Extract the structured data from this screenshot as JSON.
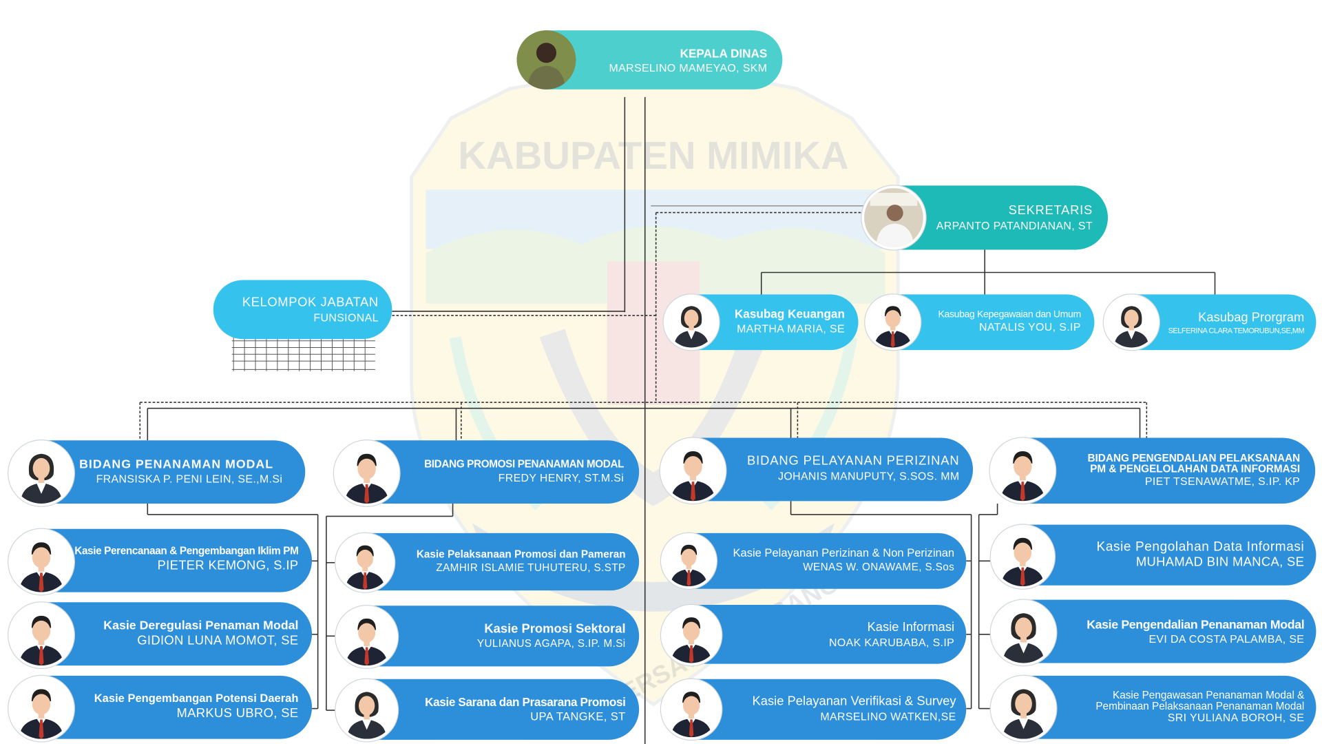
{
  "watermark": {
    "text": "KABUPATEN MIMIKA",
    "motto": "BERSATU MEMBANGUN"
  },
  "colors": {
    "blue": "#2d8fd9",
    "sky": "#35c3ee",
    "teal": "#1dbab7",
    "mint": "#4dd0cd",
    "line": "#333333"
  },
  "kepala": {
    "title": "KEPALA DINAS",
    "name": "MARSELINO MAMEYAO, SKM"
  },
  "sekretaris": {
    "title": "SEKRETARIS",
    "name": "ARPANTO PATANDIANAN, ST"
  },
  "fungsional": {
    "title": "KELOMPOK JABATAN",
    "subtitle": "FUNSIONAL"
  },
  "kasubag": [
    {
      "title": "Kasubag Keuangan",
      "name": "MARTHA MARIA, SE",
      "avatar": "female-avatar-icon"
    },
    {
      "title": "Kasubag Kepegawaian dan Umum",
      "name": "NATALIS YOU, S.IP",
      "avatar": "male-avatar-icon"
    },
    {
      "title": "Kasubag Prorgram",
      "name": "SELFERINA CLARA TEMORUBUN,SE,MM",
      "avatar": "female-avatar-icon"
    }
  ],
  "bidang": [
    {
      "title": "BIDANG PENANAMAN  MODAL",
      "name": "FRANSISKA P. PENI LEIN, SE.,M.Si",
      "avatar": "female-avatar-icon"
    },
    {
      "title": "BIDANG PROMOSI PENANAMAN MODAL",
      "name": "FREDY HENRY, ST.M.Si",
      "avatar": "male-avatar-icon"
    },
    {
      "title": "BIDANG PELAYANAN PERIZINAN",
      "name": "JOHANIS MANUPUTY, S.SOS. MM",
      "avatar": "male-avatar-icon"
    },
    {
      "title": "BIDANG PENGENDALIAN PELAKSANAAN PM & PENGELOLAHAN DATA INFORMASI",
      "title_line1": "BIDANG PENGENDALIAN PELAKSANAAN",
      "title_line2": "PM & PENGELOLAHAN DATA INFORMASI",
      "name": "PIET  TSENAWATME, S.IP. KP",
      "avatar": "male-avatar-icon"
    }
  ],
  "kasie": [
    [
      {
        "title": "Kasie Perencanaan & Pengembangan Iklim PM",
        "name": "PIETER KEMONG, S.IP",
        "avatar": "male-avatar-icon"
      },
      {
        "title": "Kasie Deregulasi Penaman Modal",
        "name": "GIDION LUNA MOMOT, SE",
        "avatar": "male-avatar-icon"
      },
      {
        "title": "Kasie  Pengembangan Potensi Daerah",
        "name": "MARKUS UBRO, SE",
        "avatar": "male-avatar-icon"
      }
    ],
    [
      {
        "title": "Kasie Pelaksanaan Promosi dan Pameran",
        "name": "ZAMHIR ISLAMIE TUHUTERU, S.STP",
        "avatar": "male-avatar-icon"
      },
      {
        "title": "Kasie  Promosi Sektoral",
        "name": "YULIANUS AGAPA, S.IP. M.Si",
        "avatar": "male-avatar-icon"
      },
      {
        "title": "Kasie Sarana dan Prasarana Promosi",
        "name": "UPA TANGKE, ST",
        "avatar": "female-avatar-icon"
      }
    ],
    [
      {
        "title": "Kasie Pelayanan Perizinan & Non Perizinan",
        "name": "WENAS W. ONAWAME, S.Sos",
        "avatar": "male-avatar-icon"
      },
      {
        "title": "Kasie Informasi",
        "name": "NOAK KARUBABA, S.IP",
        "avatar": "male-avatar-icon"
      },
      {
        "title": "Kasie Pelayanan Verifikasi & Survey",
        "name": "MARSELINO WATKEN,SE",
        "avatar": "male-avatar-icon"
      }
    ],
    [
      {
        "title": "Kasie Pengolahan Data Informasi",
        "name": "MUHAMAD BIN MANCA, SE",
        "avatar": "male-avatar-icon"
      },
      {
        "title": "Kasie Pengendalian Penanaman Modal",
        "name": "EVI DA COSTA PALAMBA, SE",
        "avatar": "female-avatar-icon"
      },
      {
        "title": "Kasie Pengawasan Penanaman Modal & Pembinaan Pelaksanaan Penanaman Modal",
        "title_line1": "Kasie Pengawasan Penanaman Modal &",
        "title_line2": "Pembinaan Pelaksanaan Penanaman Modal",
        "name": "SRI YULIANA BOROH, SE",
        "avatar": "female-avatar-icon"
      }
    ]
  ]
}
